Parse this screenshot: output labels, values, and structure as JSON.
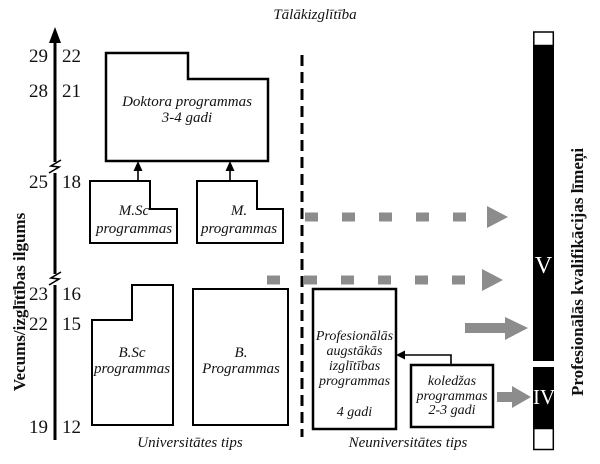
{
  "title": "Tālākizglītība",
  "colors": {
    "arrow_gray": "#8c8c8c",
    "bar_black": "#000000",
    "line_black": "#000000",
    "text": "#111111",
    "level_label": "#ffffff"
  },
  "left_axis": {
    "label": "Vecums/izglītības ilgums",
    "ticks": [
      {
        "age": "29",
        "years": "22"
      },
      {
        "age": "28",
        "years": "21"
      },
      {
        "age": "25",
        "years": "18"
      },
      {
        "age": "23",
        "years": "16"
      },
      {
        "age": "22",
        "years": "15"
      },
      {
        "age": "19",
        "years": "12"
      }
    ]
  },
  "boxes": {
    "doktora": {
      "line1": "Doktora programmas",
      "line2": "3-4 gadi"
    },
    "msc": {
      "line1": "M.Sc",
      "line2": "programmas"
    },
    "m": {
      "line1": "M.",
      "line2": "programmas"
    },
    "bsc": {
      "line1": "B.Sc",
      "line2": "programmas"
    },
    "b": {
      "line1": "B.",
      "line2": "Programmas"
    },
    "profesionalas": {
      "line1": "Profesionālās",
      "line2": "augstākās",
      "line3": "izglītības",
      "line4": "programmas",
      "line5": "4 gadi"
    },
    "koledzas": {
      "line1": "koledžas",
      "line2": "programmas",
      "line3": "2-3  gadi"
    }
  },
  "section_labels": {
    "university": "Universitātes tips",
    "nonuniversity": "Neuniversitātes tips"
  },
  "qualification_bar": {
    "axis_label": "Profesionālās kvalifikācijas līmeņi",
    "level_top": "V",
    "level_bottom": "IV"
  }
}
